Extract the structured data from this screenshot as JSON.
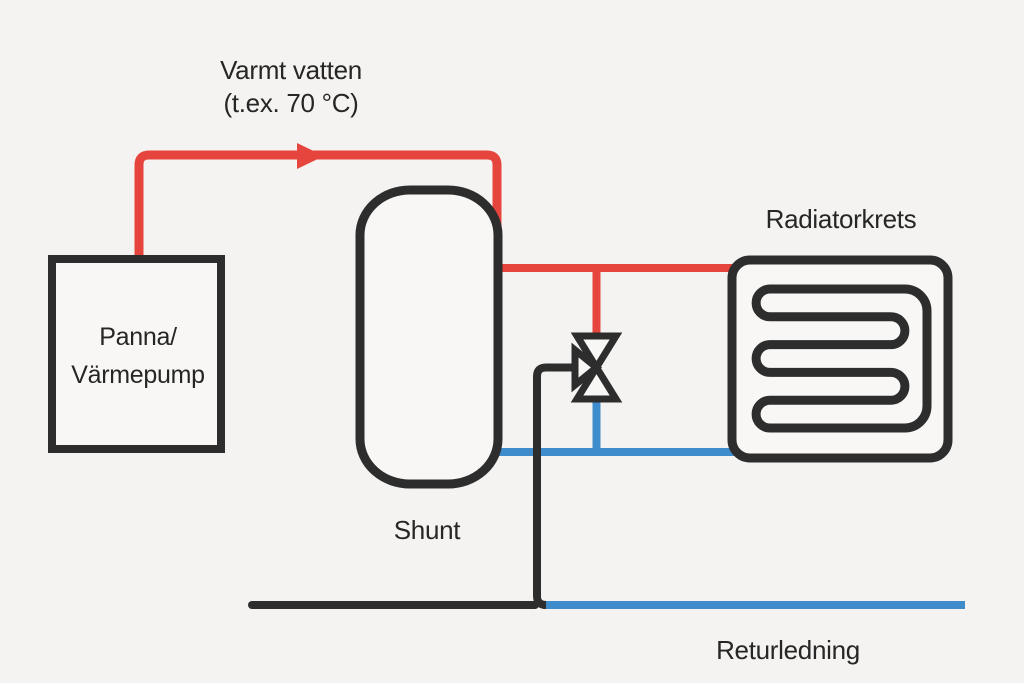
{
  "colors": {
    "hot_supply": "#e6453e",
    "cold_return": "#3f8ccc",
    "outline": "#2d2d2d",
    "text": "#262626",
    "background": "#f4f3f1",
    "component_fill": "#f8f7f5"
  },
  "labels": {
    "supply_line1": "Varmt vatten",
    "supply_line2": "(t.ex. 70 °C)",
    "boiler_line1": "Panna/",
    "boiler_line2": "Värmepump",
    "tank": "Shunt",
    "radiator": "Radiatorkrets",
    "return_line": "Returledning"
  }
}
